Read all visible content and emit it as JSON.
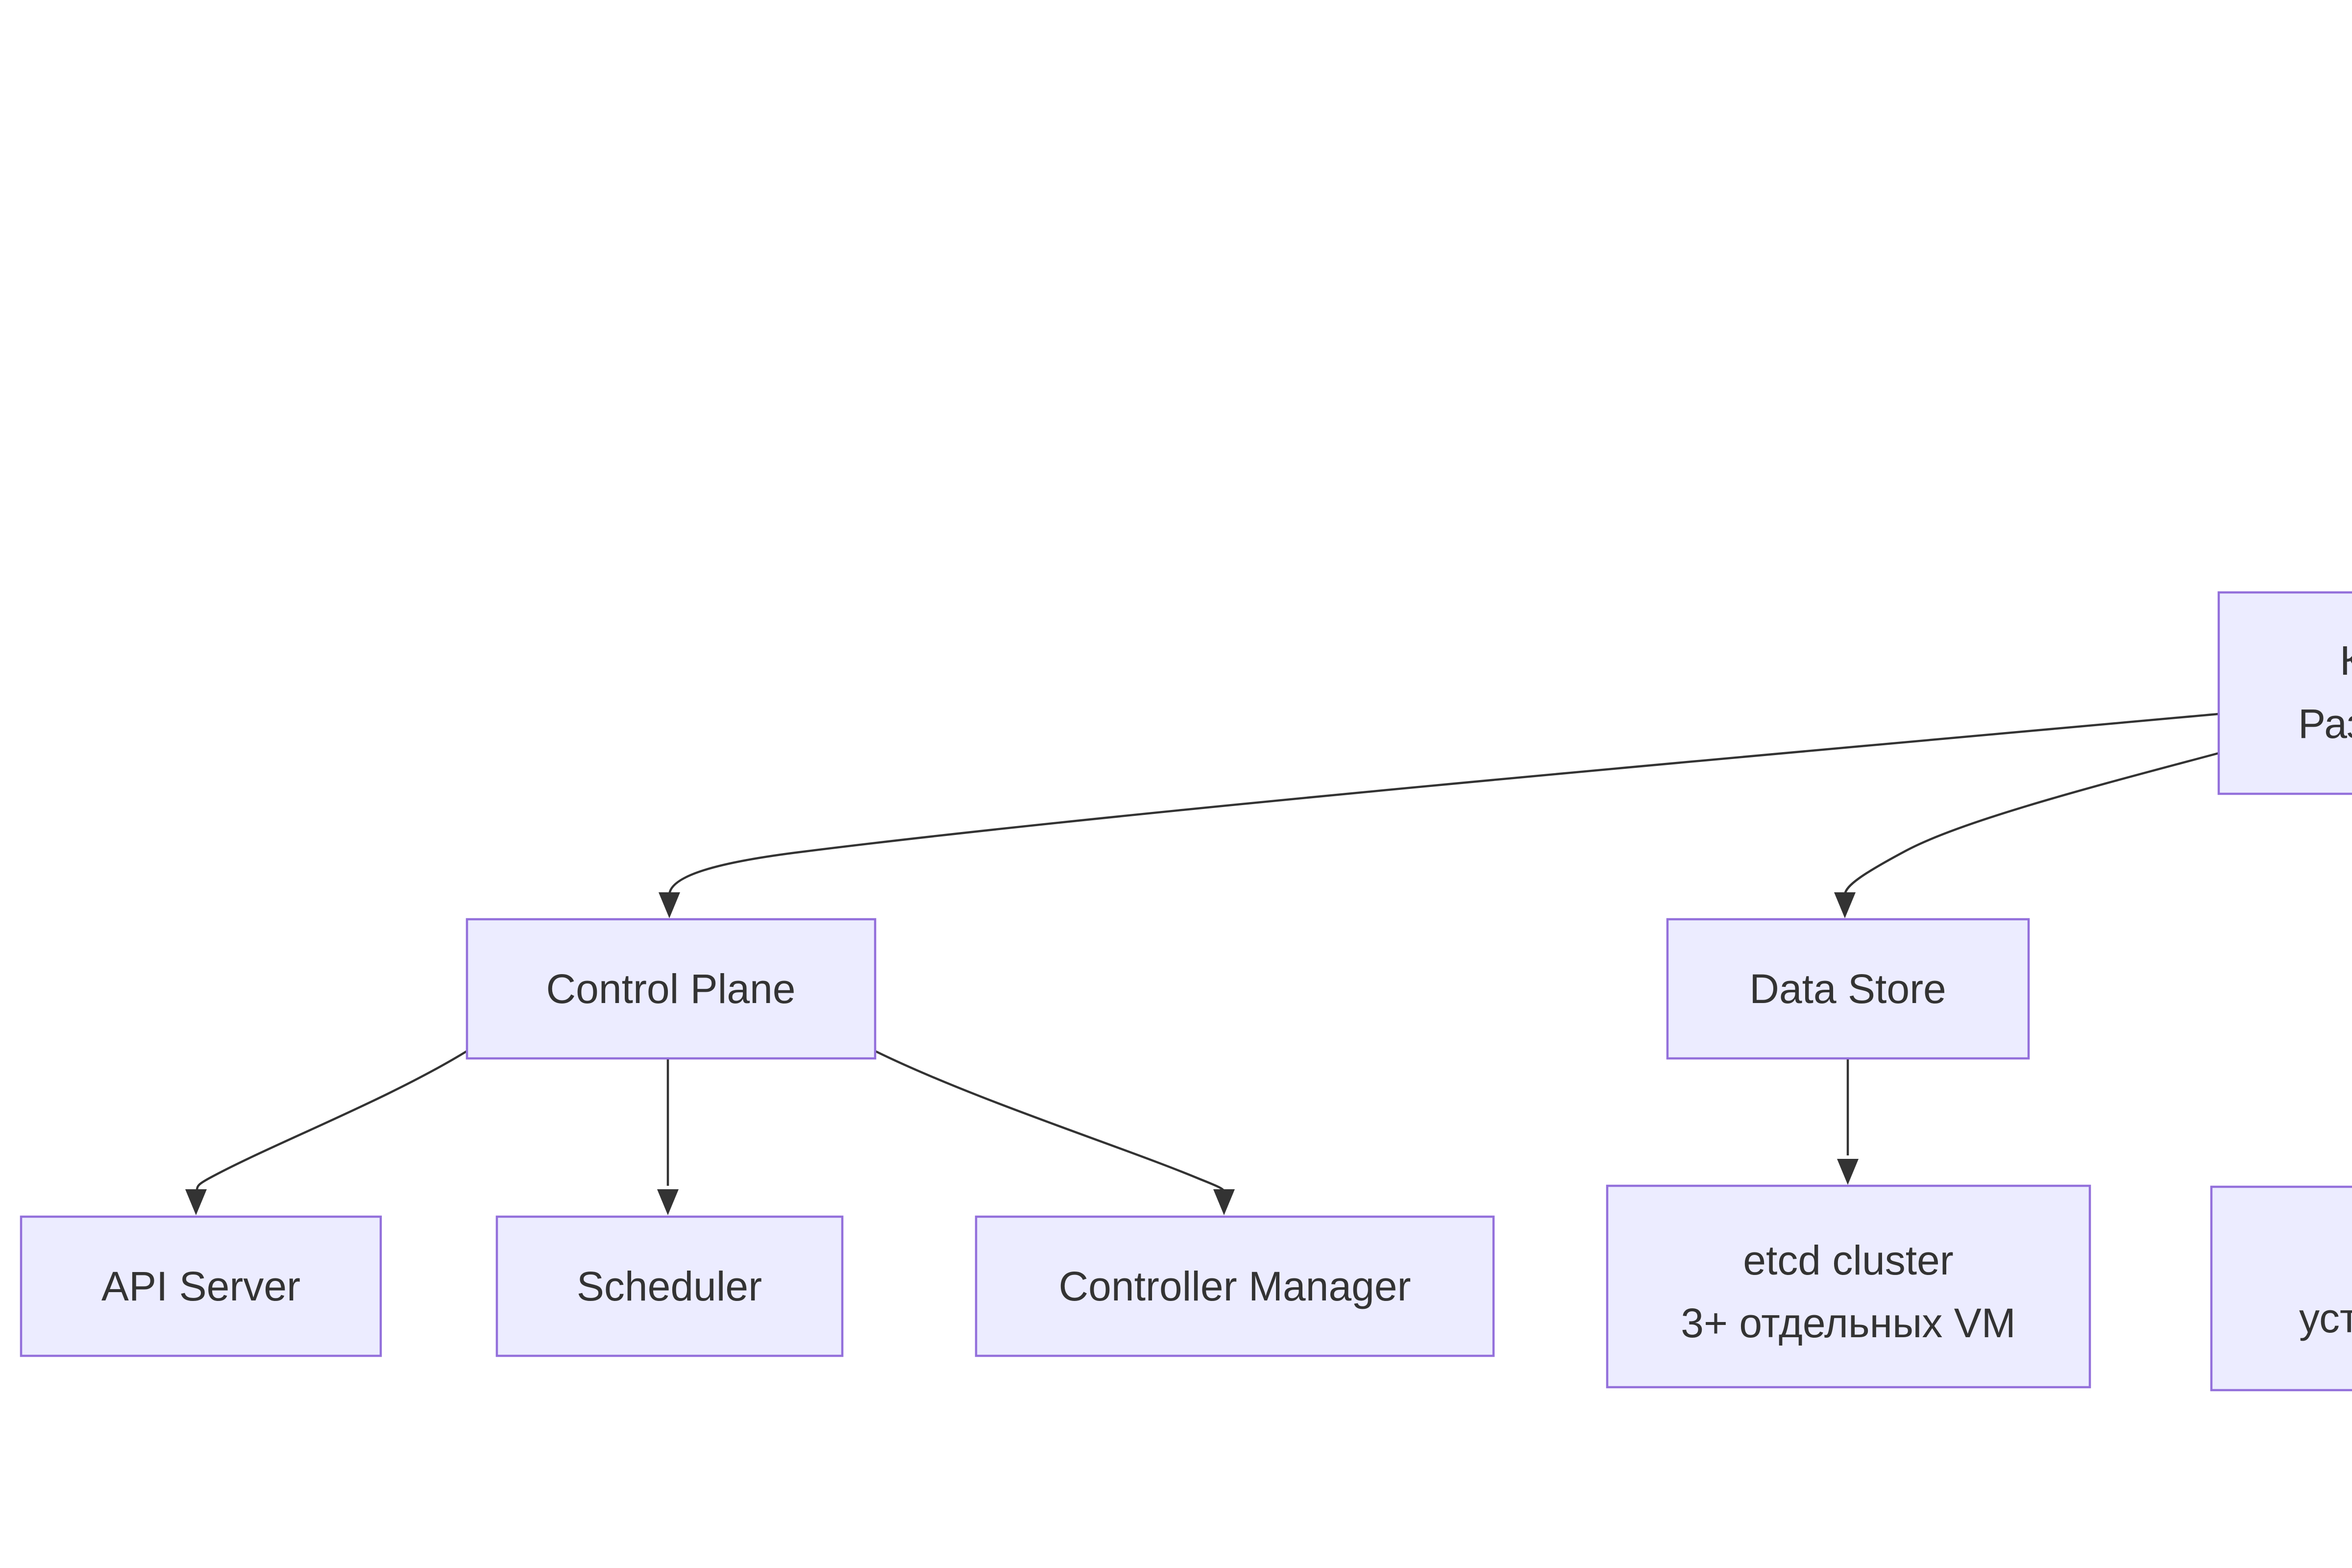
{
  "diagram": {
    "type": "flowchart",
    "background": "#ffffff",
    "theme": {
      "node_fill": "#ECECFF",
      "node_border": "#9370DB",
      "edge_color": "#333333",
      "text_color": "#333333"
    },
    "nodes": {
      "control_plane": {
        "label": "Control Plane"
      },
      "data_store": {
        "label": "Data Store"
      },
      "api_server": {
        "label": "API Server"
      },
      "scheduler": {
        "label": "Scheduler"
      },
      "controller_manager": {
        "label": "Controller Manager"
      },
      "etcd_cluster": {
        "line1": "etcd cluster",
        "line2": "3+ отдельных VM"
      },
      "root_truncated": {
        "line1": "К",
        "line2": "Раз",
        "note_visible_only": "box cut off by right edge of screen"
      },
      "bottom_right_truncated": {
        "line1": "уста",
        "note_visible_only": "box cut off by right edge of screen"
      }
    },
    "edges": [
      {
        "from": "root_truncated",
        "to": "control_plane"
      },
      {
        "from": "root_truncated",
        "to": "data_store"
      },
      {
        "from": "control_plane",
        "to": "api_server"
      },
      {
        "from": "control_plane",
        "to": "scheduler"
      },
      {
        "from": "control_plane",
        "to": "controller_manager"
      },
      {
        "from": "data_store",
        "to": "etcd_cluster"
      }
    ]
  }
}
